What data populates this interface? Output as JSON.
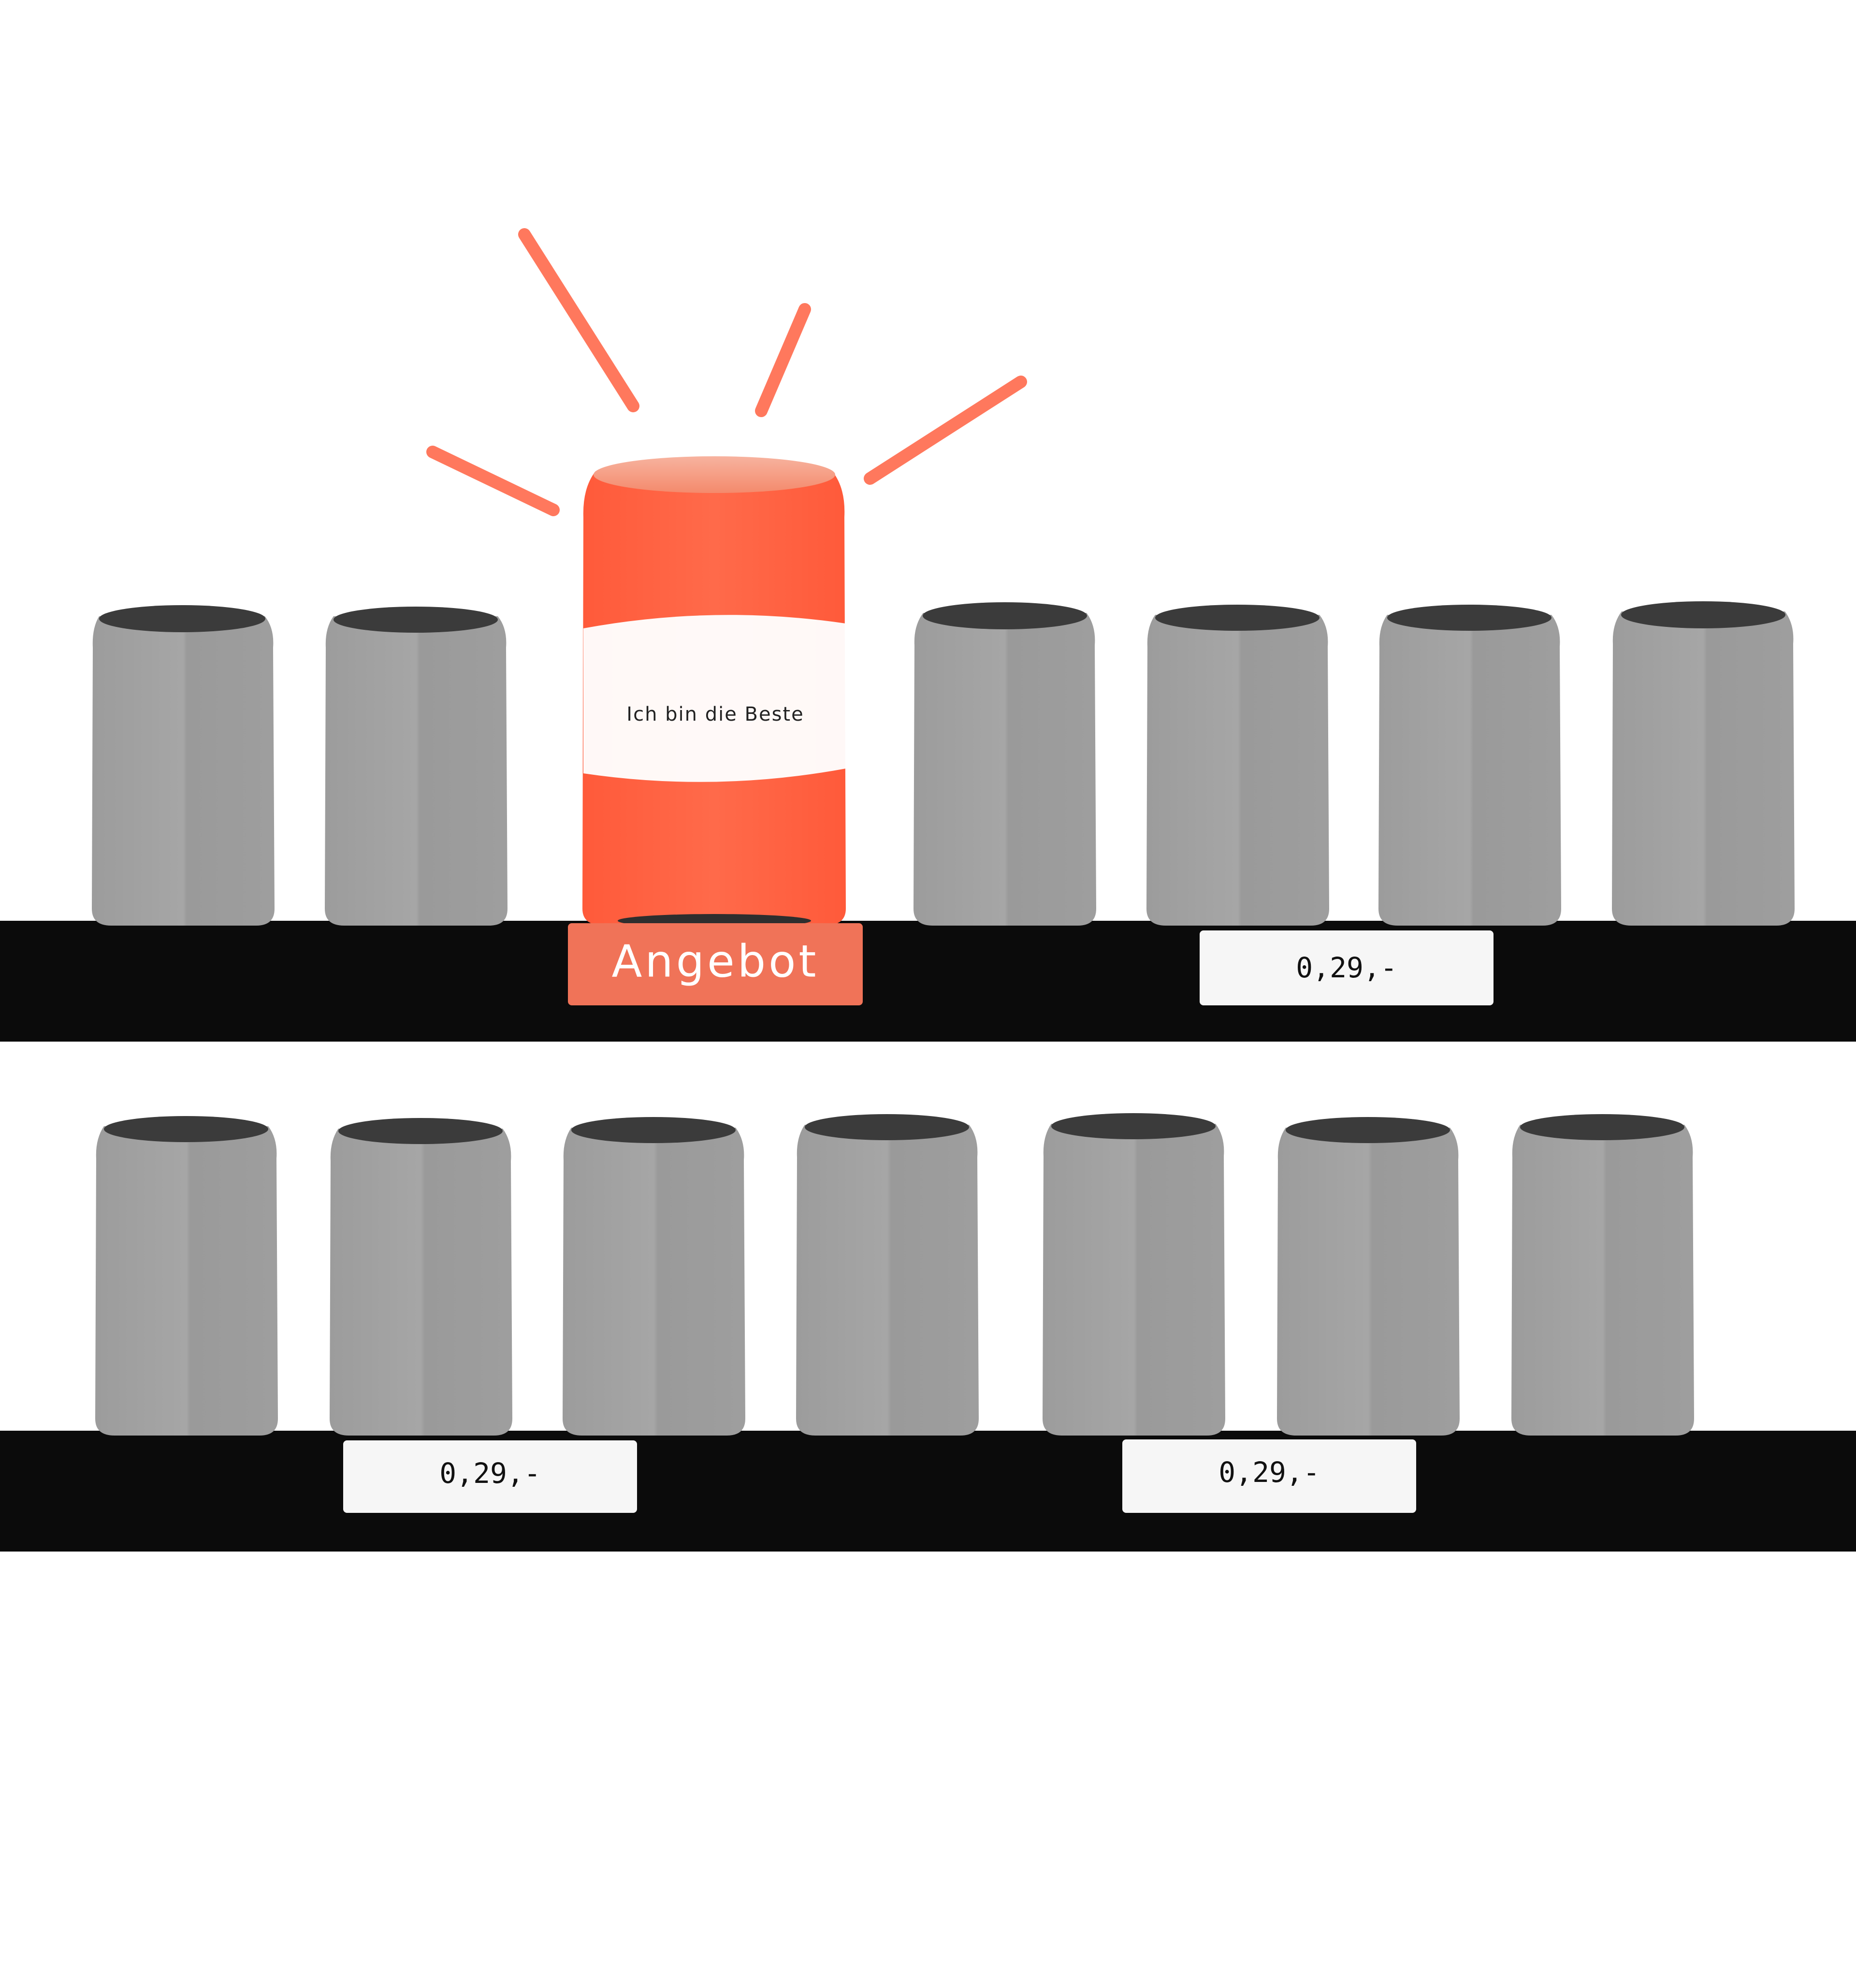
{
  "hero_can": {
    "label": "Ich bin die Beste"
  },
  "offer_tag": {
    "label": "Angebot"
  },
  "price_tags": [
    {
      "label": "0,29,-"
    },
    {
      "label": "0,29,-"
    },
    {
      "label": "0,29,-"
    }
  ],
  "colors": {
    "accent": "#ff5f40",
    "can_gray": "#a3a3a3",
    "shelf": "#0b0b0b",
    "tag": "#f6f6f6"
  }
}
